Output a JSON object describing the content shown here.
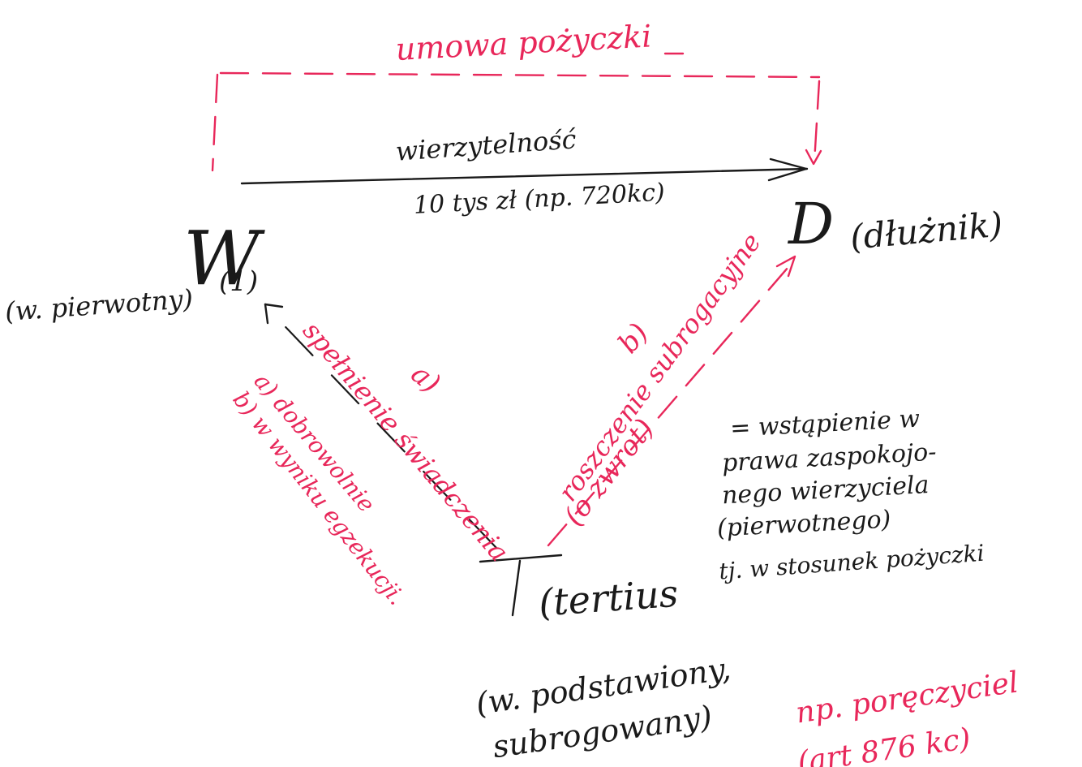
{
  "top_label": "umowa pożyczki",
  "arrow_label": {
    "line1": "wierzytelność",
    "line2": "10 tys zł (np. 720kc)"
  },
  "nodes": {
    "W": {
      "letter": "W",
      "index": "(1)",
      "description": "(w. pierwotny)"
    },
    "D": {
      "letter": "D",
      "description": "(dłużnik)"
    },
    "T": {
      "letter": "T",
      "description": "(tertius",
      "sub_line1": "(w. podstawiony,",
      "sub_line2": "subrogowany)"
    }
  },
  "left_edge": {
    "label_a": "a)",
    "label": "spełnienie świadczenia",
    "notes_line1": "a) dobrowolnie",
    "notes_line2": "b) w wyniku egzekucji."
  },
  "right_edge": {
    "label_b": "b)",
    "line1": "roszczenie subrogacyjne",
    "line2": "(o zwrot)"
  },
  "equation_note": {
    "line1": "= wstąpienie w",
    "line2": "prawa zaspokojo-",
    "line3": "nego wierzyciela",
    "line4": "(pierwotnego)",
    "line5": "tj. w stosunek pożyczki"
  },
  "example_note": {
    "line1": "np. poręczyciel",
    "line2": "(art 876 kc)"
  },
  "colors": {
    "black_ink": "#1a1a1a",
    "red_ink": "#e8275a",
    "paper": "#ffffff"
  }
}
